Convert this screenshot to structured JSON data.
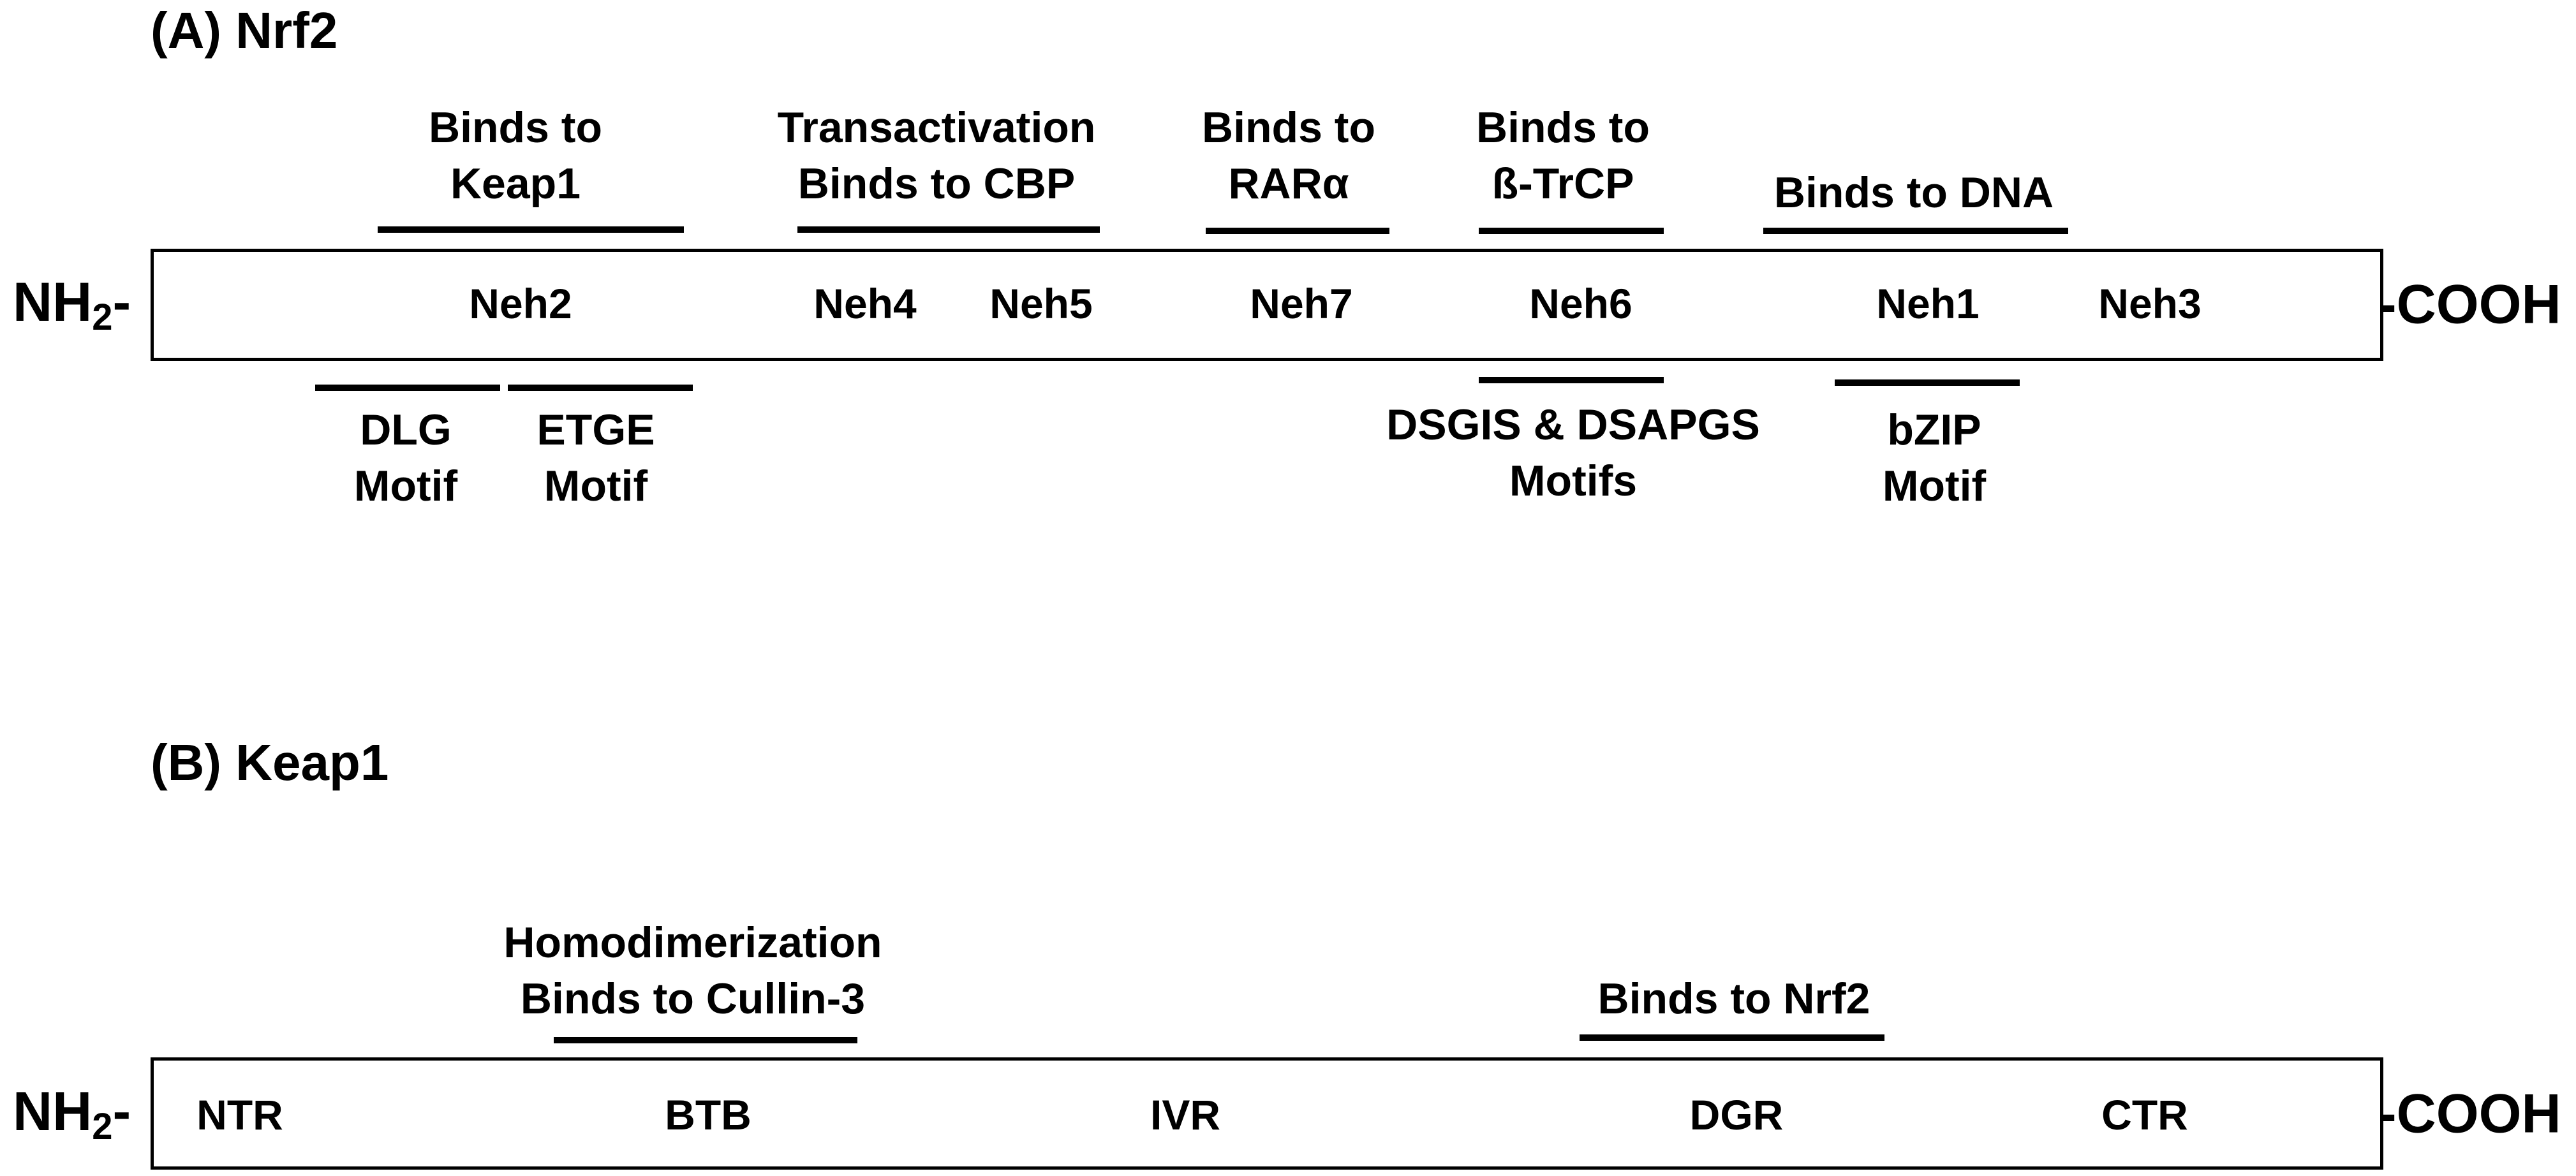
{
  "panelA": {
    "title": "(A) Nrf2",
    "n_terminus": "NH",
    "n_subscript": "2",
    "n_dash": "-",
    "c_terminus": "-COOH",
    "domains": [
      "Neh2",
      "Neh4",
      "Neh5",
      "Neh7",
      "Neh6",
      "Neh1",
      "Neh3"
    ],
    "annotations_above": [
      {
        "lines": [
          "Binds to",
          "Keap1"
        ]
      },
      {
        "lines": [
          "Transactivation",
          "Binds to CBP"
        ]
      },
      {
        "lines": [
          "Binds to",
          "RARα"
        ]
      },
      {
        "lines": [
          "Binds to",
          "ß-TrCP"
        ]
      },
      {
        "lines": [
          "Binds to DNA"
        ]
      }
    ],
    "annotations_below": [
      {
        "lines": [
          "DLG",
          "Motif"
        ]
      },
      {
        "lines": [
          "ETGE",
          "Motif"
        ]
      },
      {
        "lines": [
          "DSGIS & DSAPGS",
          "Motifs"
        ]
      },
      {
        "lines": [
          "bZIP",
          "Motif"
        ]
      }
    ]
  },
  "panelB": {
    "title": "(B) Keap1",
    "n_terminus": "NH",
    "n_subscript": "2",
    "n_dash": "-",
    "c_terminus": "-COOH",
    "domains": [
      "NTR",
      "BTB",
      "IVR",
      "DGR",
      "CTR"
    ],
    "annotations_above": [
      {
        "lines": [
          "Homodimerization",
          "Binds to Cullin-3"
        ]
      },
      {
        "lines": [
          "Binds to Nrf2"
        ]
      }
    ]
  }
}
